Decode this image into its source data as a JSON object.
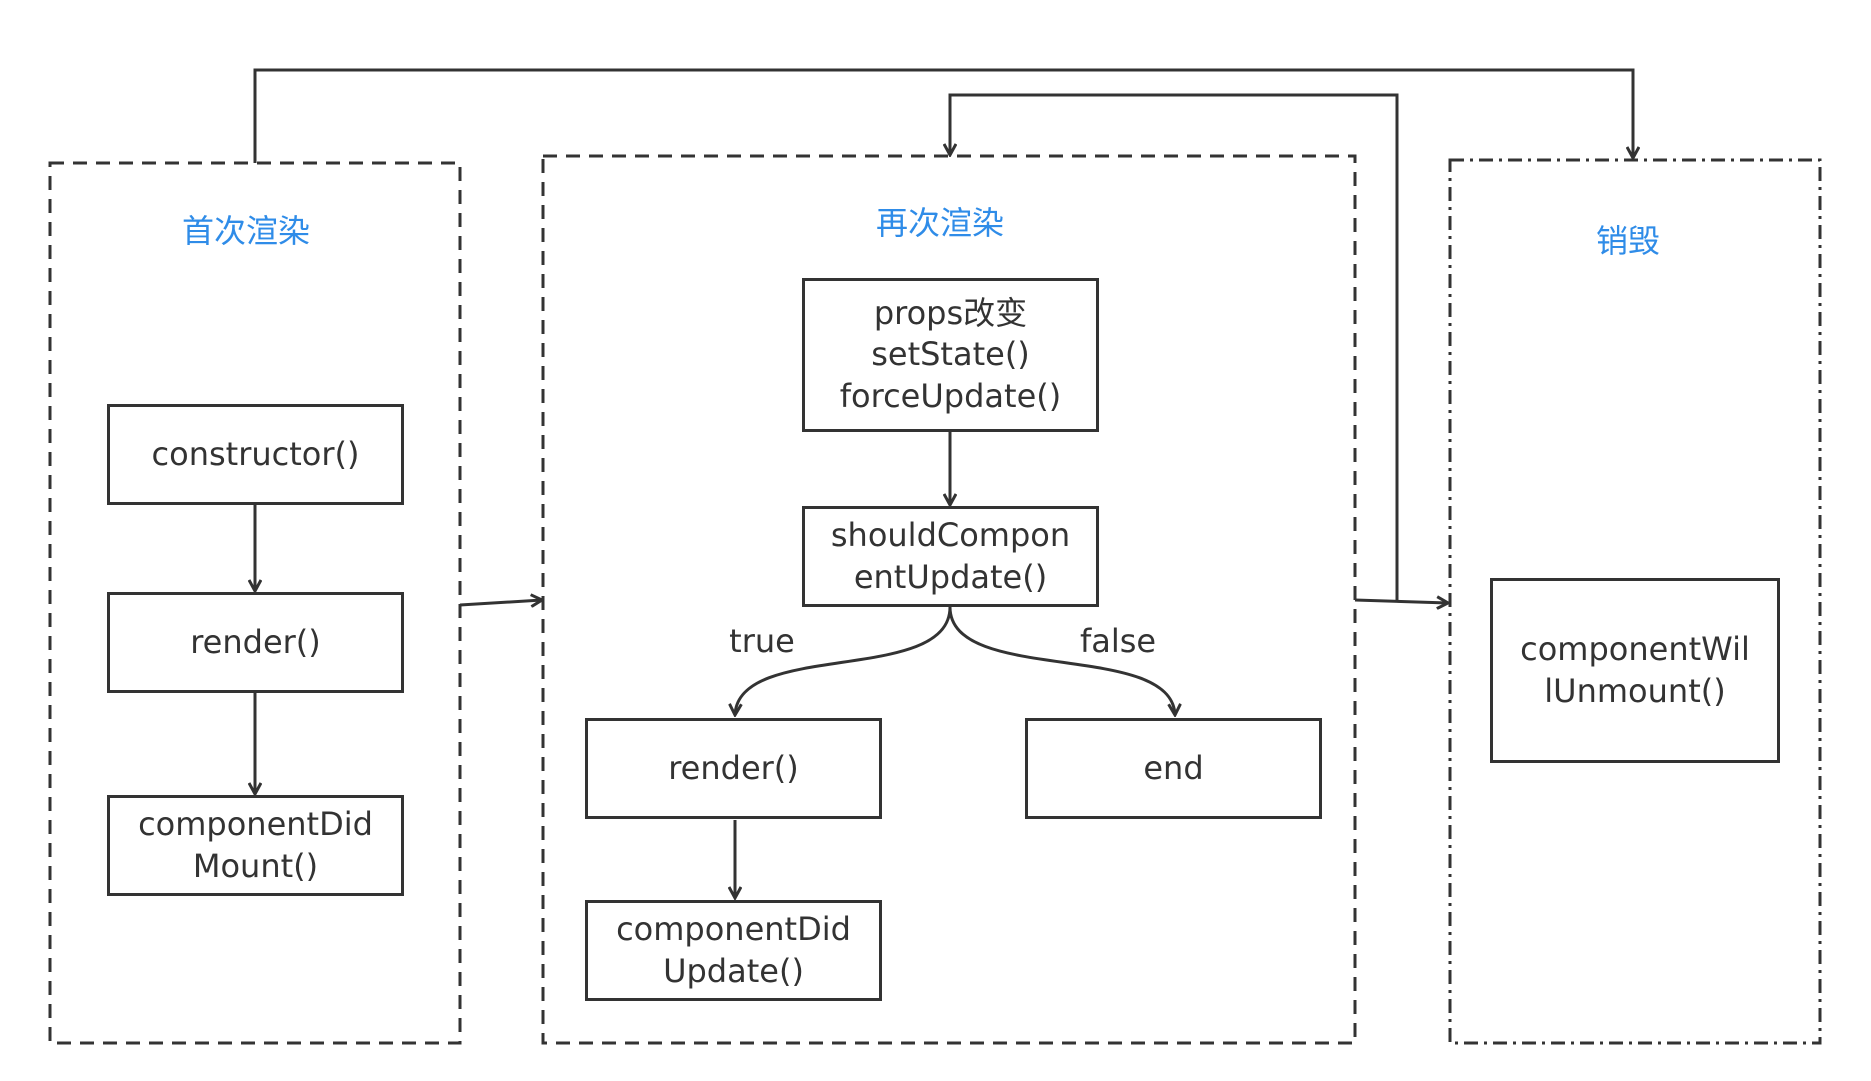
{
  "colors": {
    "line": "#333333",
    "group_label": "#2f8ce8",
    "background": "#ffffff"
  },
  "groups": {
    "first_render": {
      "label": "首次渲染"
    },
    "re_render": {
      "label": "再次渲染"
    },
    "destroy": {
      "label": "销毁"
    }
  },
  "nodes": {
    "constructor": "constructor()",
    "render_first": "render()",
    "component_did_mount": "componentDid\nMount()",
    "triggers": "props改变\nsetState()\nforceUpdate()",
    "should_component_update": "shouldCompon\nentUpdate()",
    "render_update": "render()",
    "end": "end",
    "component_did_update": "componentDid\nUpdate()",
    "component_will_unmount": "componentWil\nlUnmount()"
  },
  "edge_labels": {
    "true": "true",
    "false": "false"
  }
}
